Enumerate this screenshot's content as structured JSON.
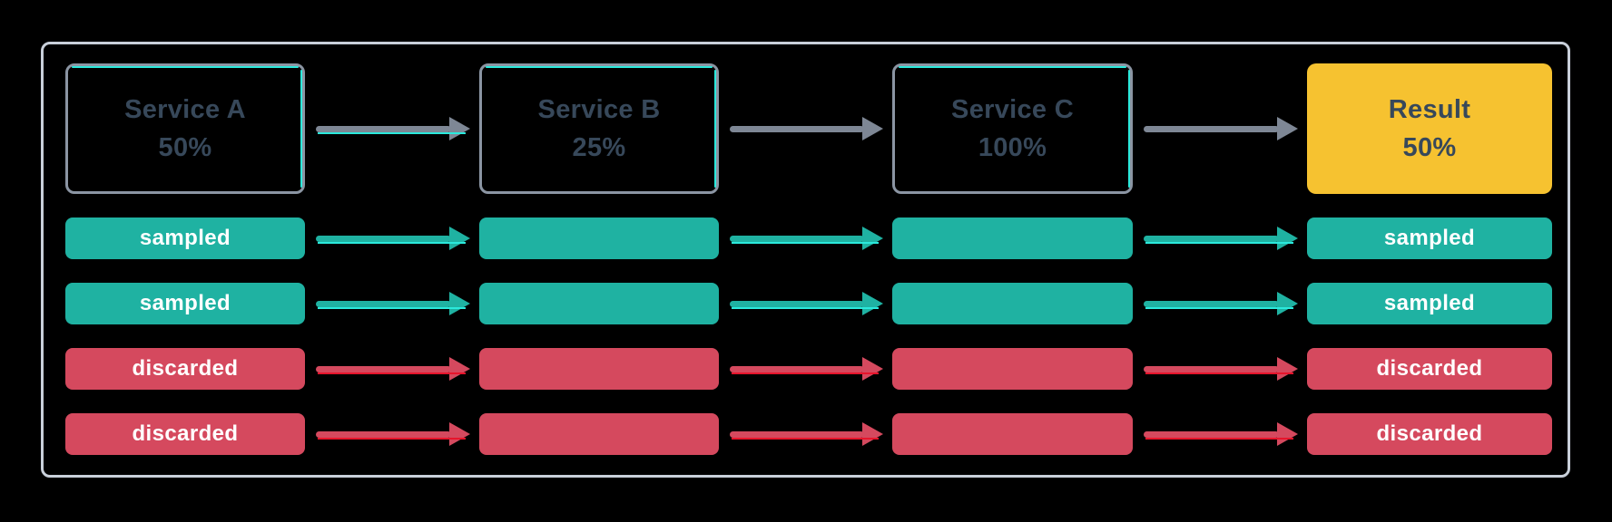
{
  "colors": {
    "background": "#000000",
    "panel_border": "#C9D0DA",
    "service_border": "#8B95A3",
    "service_text": "#37485A",
    "accent_cyan": "#2BE9DC",
    "sampled_green": "#1FB2A2",
    "discarded_red": "#D5495E",
    "accent_red": "#E7142B",
    "result_yellow": "#F6C230",
    "arrow_gray": "#7E8795",
    "bar_text": "#FFFFFF"
  },
  "pipeline": {
    "stages": [
      {
        "name": "Service A",
        "rate": "50%"
      },
      {
        "name": "Service B",
        "rate": "25%"
      },
      {
        "name": "Service C",
        "rate": "100%"
      }
    ],
    "result": {
      "name": "Result",
      "rate": "50%"
    }
  },
  "traces": [
    {
      "status": "sampled",
      "left_label": "sampled",
      "right_label": "sampled"
    },
    {
      "status": "sampled",
      "left_label": "sampled",
      "right_label": "sampled"
    },
    {
      "status": "discarded",
      "left_label": "discarded",
      "right_label": "discarded"
    },
    {
      "status": "discarded",
      "left_label": "discarded",
      "right_label": "discarded"
    }
  ]
}
